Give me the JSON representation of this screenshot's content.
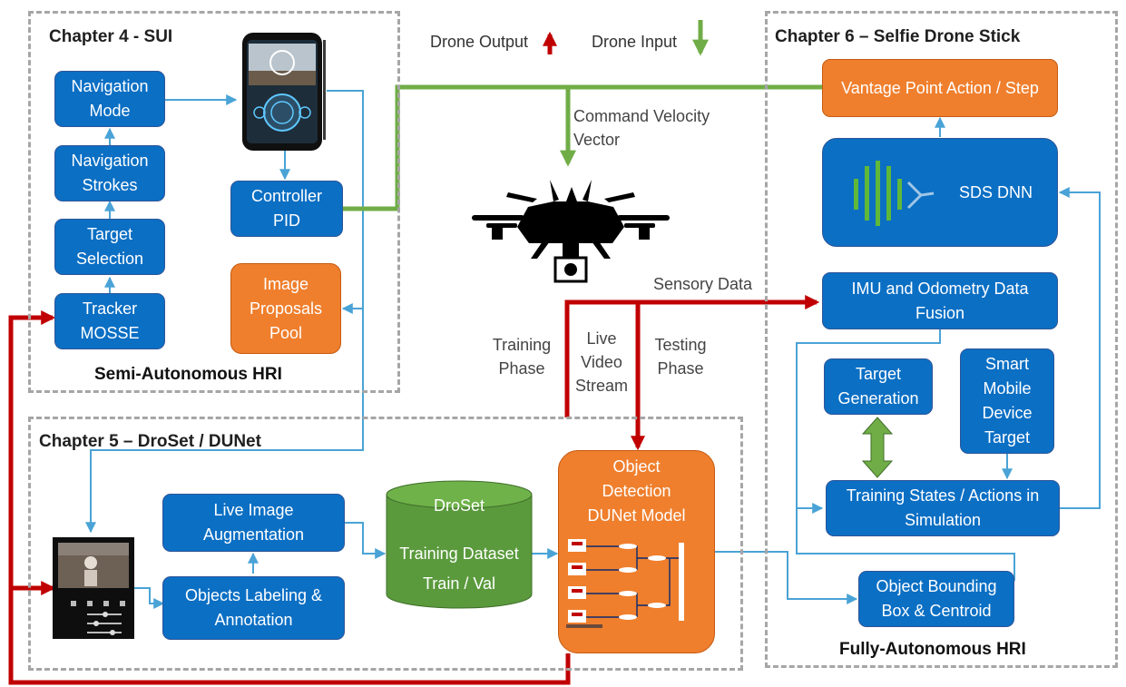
{
  "legend": {
    "output": "Drone Output",
    "input": "Drone Input"
  },
  "chapters": {
    "ch4": {
      "title": "Chapter 4 - SUI",
      "caption": "Semi-Autonomous HRI"
    },
    "ch5": {
      "title": "Chapter 5 – DroSet / DUNet"
    },
    "ch6": {
      "title": "Chapter 6 – Selfie Drone Stick",
      "caption": "Fully-Autonomous HRI"
    }
  },
  "boxes": {
    "navigation_mode": "Navigation\nMode",
    "navigation_strokes": "Navigation\nStrokes",
    "target_selection": "Target\nSelection",
    "tracker_mosse": "Tracker\nMOSSE",
    "controller_pid": "Controller\nPID",
    "image_proposals": "Image\nProposals\nPool",
    "live_image_aug": "Live Image\nAugmentation",
    "objects_labeling": "Objects Labeling &\nAnnotation",
    "object_detection": "Object\nDetection\nDUNet Model",
    "vantage_point": "Vantage Point Action / Step",
    "sds_dnn": "SDS DNN",
    "imu_fusion": "IMU and Odometry Data\nFusion",
    "target_generation": "Target\nGeneration",
    "smart_mobile": "Smart\nMobile\nDevice\nTarget",
    "training_states": "Training States / Actions in\nSimulation",
    "object_bbox": "Object Bounding\nBox & Centroid"
  },
  "droset": {
    "title": "DroSet",
    "line1": "Training Dataset",
    "line2": "Train / Val"
  },
  "labels": {
    "command_velocity": "Command Velocity\nVector",
    "sensory_data": "Sensory Data",
    "training_phase": "Training\nPhase",
    "live_video": "Live\nVideo\nStream",
    "testing_phase": "Testing\nPhase"
  },
  "colors": {
    "blue_box": "#0b6fc4",
    "orange_box": "#ef7f2d",
    "green_cylinder": "#5a9a3c",
    "output_arrow": "#c00000",
    "input_arrow": "#70ad47",
    "thin_arrow": "#4aa3d6"
  },
  "icons": [
    "drone-icon",
    "tablet-icon",
    "phone-app-icon",
    "network-icon",
    "dnn-icon",
    "double-arrow-icon"
  ]
}
